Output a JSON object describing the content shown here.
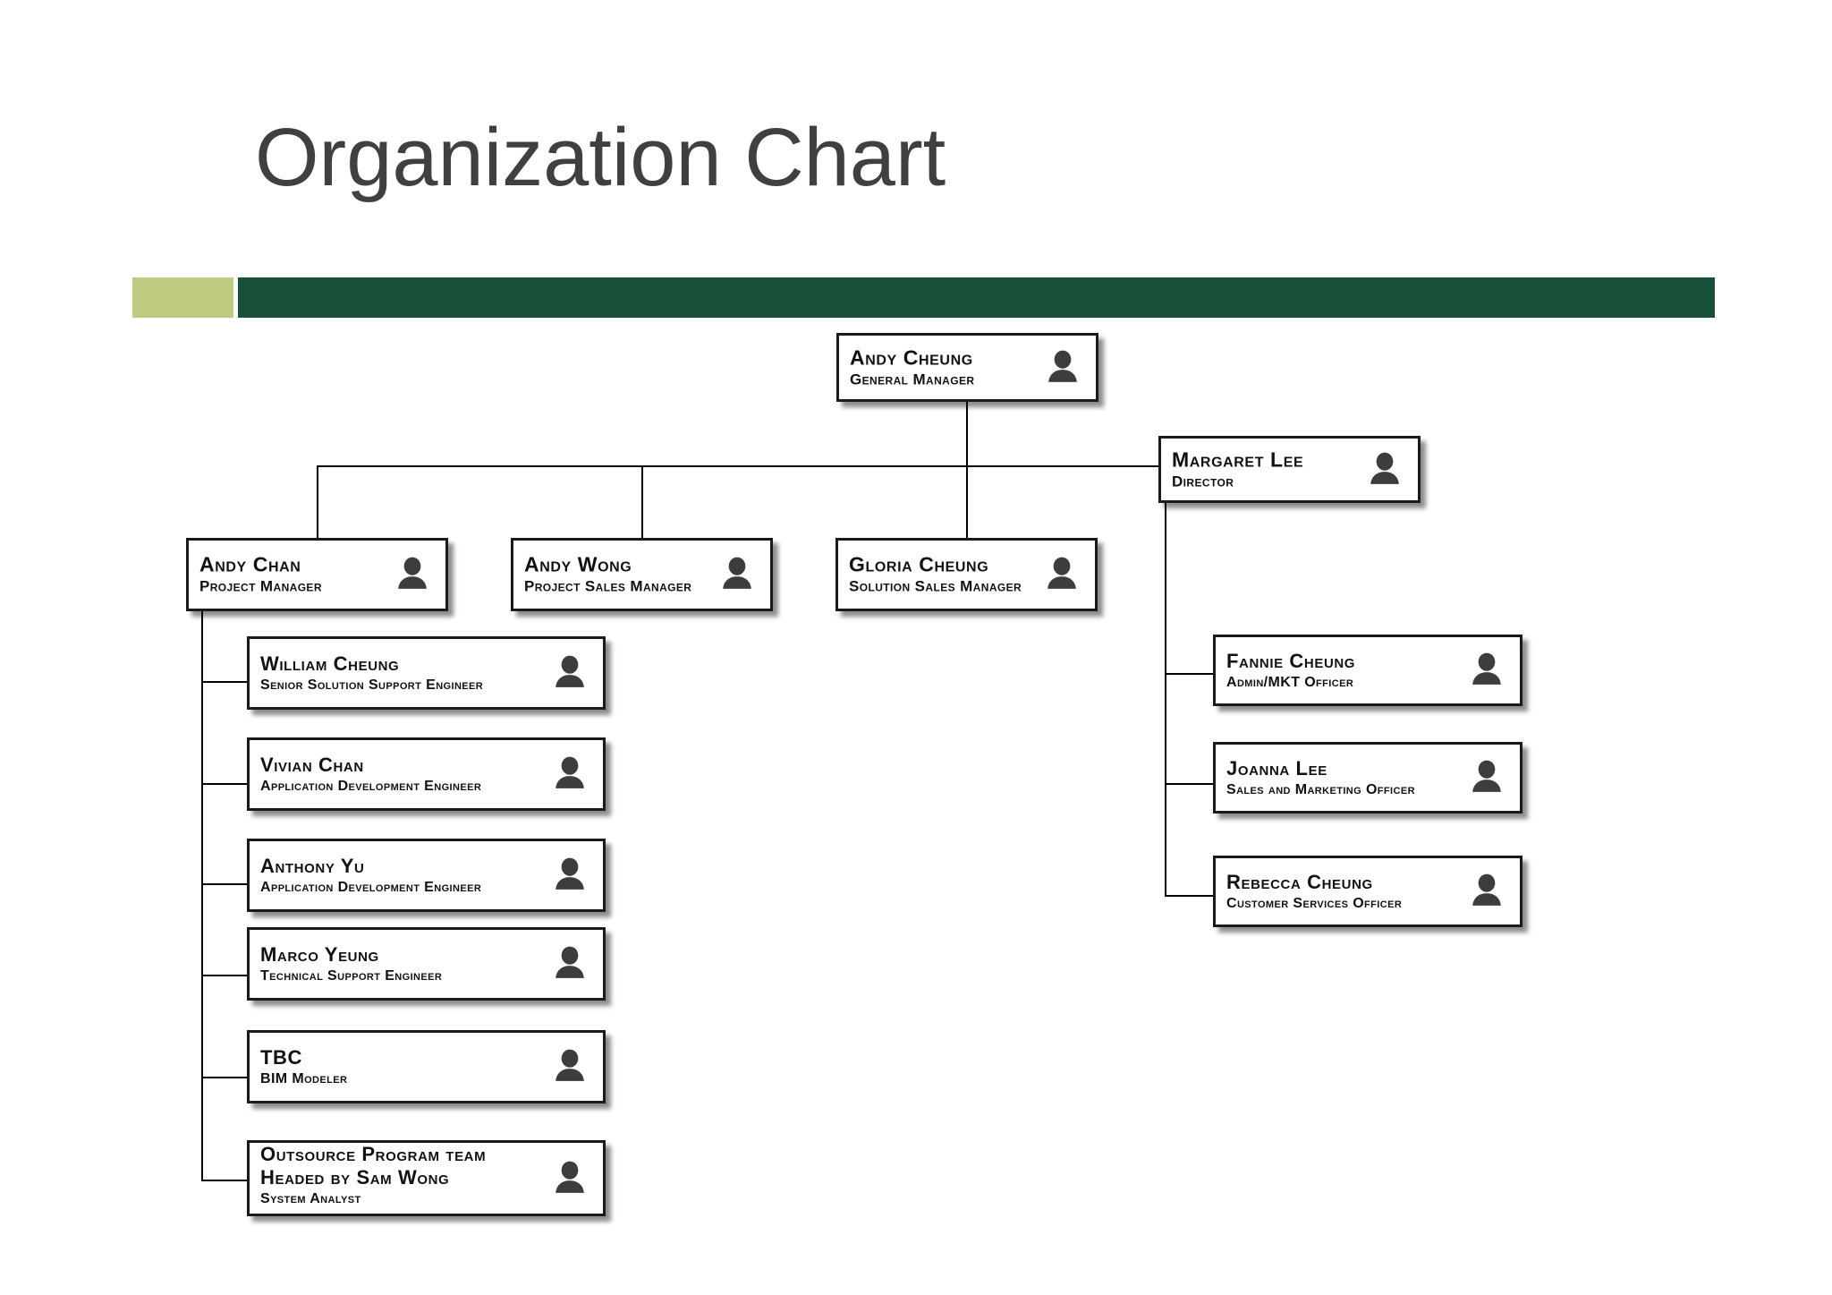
{
  "slide": {
    "title": "Organization Chart",
    "accent_light": "#bdcc80",
    "accent_dark": "#17513a",
    "title_color": "#404040",
    "box_border_color": "#1a1a1a",
    "box_fill": "#ffffff",
    "avatar_icon": "person-silhouette-icon"
  },
  "chart_data": {
    "type": "diagram",
    "title": "Organization Chart",
    "nodes": [
      {
        "id": "andy-cheung",
        "name": "Andy Cheung",
        "title": "General Manager",
        "level": 0
      },
      {
        "id": "margaret-lee",
        "name": "Margaret Lee",
        "title": "Director",
        "level": 1
      },
      {
        "id": "andy-chan",
        "name": "Andy Chan",
        "title": "Project Manager",
        "level": 1
      },
      {
        "id": "andy-wong",
        "name": "Andy Wong",
        "title": "Project Sales Manager",
        "level": 1
      },
      {
        "id": "gloria-cheung",
        "name": "Gloria Cheung",
        "title": "Solution Sales Manager",
        "level": 1
      },
      {
        "id": "william-cheung",
        "name": "William Cheung",
        "title": "Senior Solution Support  Engineer",
        "level": 2
      },
      {
        "id": "vivian-chan",
        "name": "Vivian Chan",
        "title": "Application Development Engineer",
        "level": 2
      },
      {
        "id": "anthony-yu",
        "name": "Anthony Yu",
        "title": "Application Development Engineer",
        "level": 2
      },
      {
        "id": "marco-yeung",
        "name": "Marco Yeung",
        "title": "Technical Support Engineer",
        "level": 2
      },
      {
        "id": "tbc",
        "name": "TBC",
        "title": "BIM Modeler",
        "level": 2
      },
      {
        "id": "outsource-team",
        "name": "Outsource Program team\nHeaded by Sam Wong",
        "title": "System Analyst",
        "level": 2
      },
      {
        "id": "fannie-cheung",
        "name": "Fannie Cheung",
        "title": "Admin/MKT Officer",
        "level": 2
      },
      {
        "id": "joanna-lee",
        "name": "Joanna Lee",
        "title": "Sales and Marketing Officer",
        "level": 2
      },
      {
        "id": "rebecca-cheung",
        "name": "Rebecca Cheung",
        "title": "Customer Services Officer",
        "level": 2
      }
    ],
    "edges": [
      {
        "from": "andy-cheung",
        "to": "margaret-lee"
      },
      {
        "from": "andy-cheung",
        "to": "andy-chan"
      },
      {
        "from": "andy-cheung",
        "to": "andy-wong"
      },
      {
        "from": "andy-cheung",
        "to": "gloria-cheung"
      },
      {
        "from": "andy-chan",
        "to": "william-cheung"
      },
      {
        "from": "andy-chan",
        "to": "vivian-chan"
      },
      {
        "from": "andy-chan",
        "to": "anthony-yu"
      },
      {
        "from": "andy-chan",
        "to": "marco-yeung"
      },
      {
        "from": "andy-chan",
        "to": "tbc"
      },
      {
        "from": "andy-chan",
        "to": "outsource-team"
      },
      {
        "from": "margaret-lee",
        "to": "fannie-cheung"
      },
      {
        "from": "margaret-lee",
        "to": "joanna-lee"
      },
      {
        "from": "margaret-lee",
        "to": "rebecca-cheung"
      }
    ]
  }
}
